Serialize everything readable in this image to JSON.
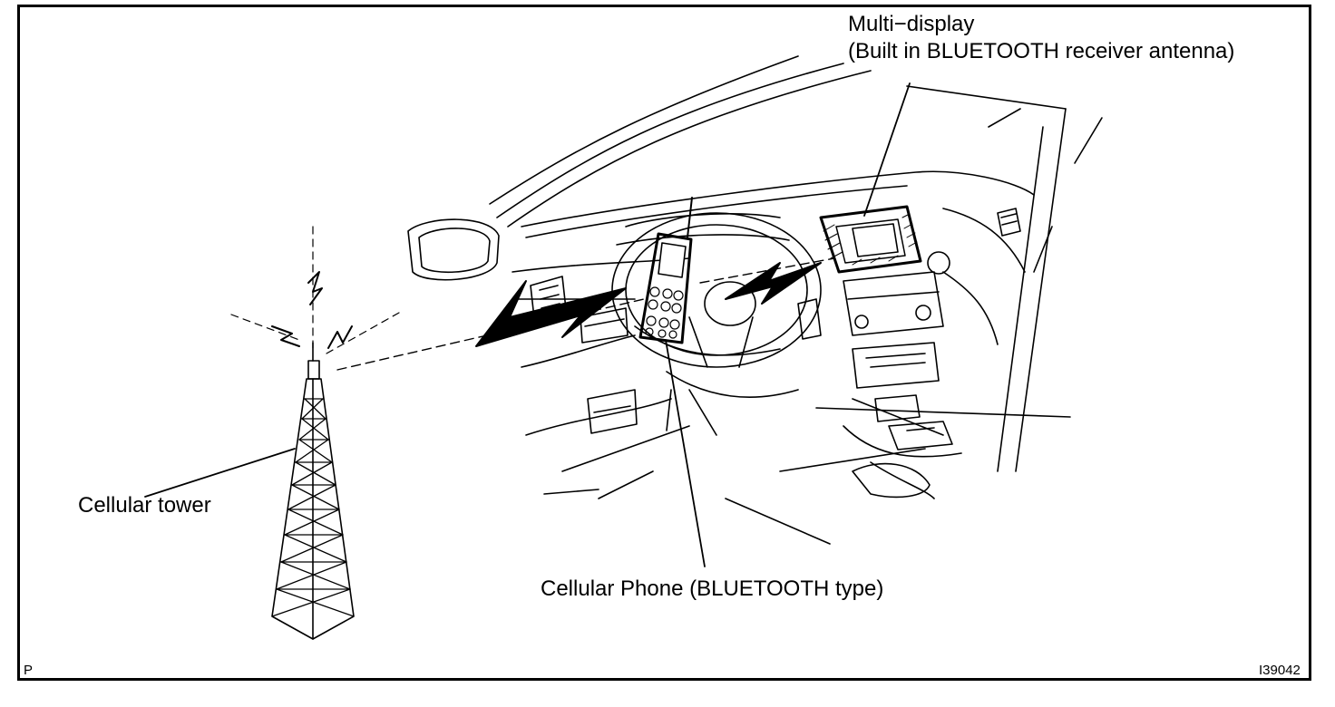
{
  "labels": {
    "multi_display_line1": "Multi−display",
    "multi_display_line2": "(Built in BLUETOOTH receiver antenna)",
    "cellular_tower": "Cellular tower",
    "cellular_phone": "Cellular Phone (BLUETOOTH type)",
    "corner_left": "P",
    "corner_right": "I39042"
  },
  "colors": {
    "ink": "#000000",
    "paper": "#ffffff"
  }
}
